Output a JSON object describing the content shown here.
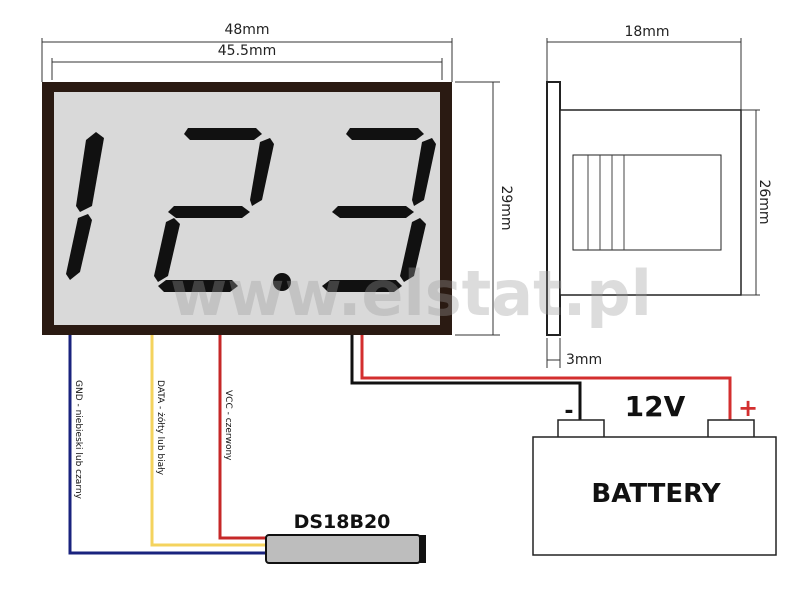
{
  "display": {
    "digits": [
      "1",
      "2",
      "3"
    ],
    "decimal_after": 1
  },
  "dimensions": {
    "outer_width": "48mm",
    "inner_width": "45.5mm",
    "height": "29mm",
    "side_width": "18mm",
    "side_height": "26mm",
    "panel_thickness": "3mm"
  },
  "wires": {
    "gnd": "GND - niebieski lub czarny",
    "data": "DATA - żółty lub biały",
    "vcc": "VCC - czerwony"
  },
  "sensor": {
    "label": "DS18B20"
  },
  "battery": {
    "label": "BATTERY",
    "voltage": "12V",
    "minus": "-",
    "plus": "+"
  },
  "watermark": "www.elstat.pl",
  "colors": {
    "wire_gnd": "#1a237e",
    "wire_data": "#f4d35e",
    "wire_vcc": "#c62828",
    "wire_black": "#111111",
    "wire_red": "#d32f2f",
    "lcd_bg": "#d9d9d9",
    "frame": "#2a1a12"
  }
}
